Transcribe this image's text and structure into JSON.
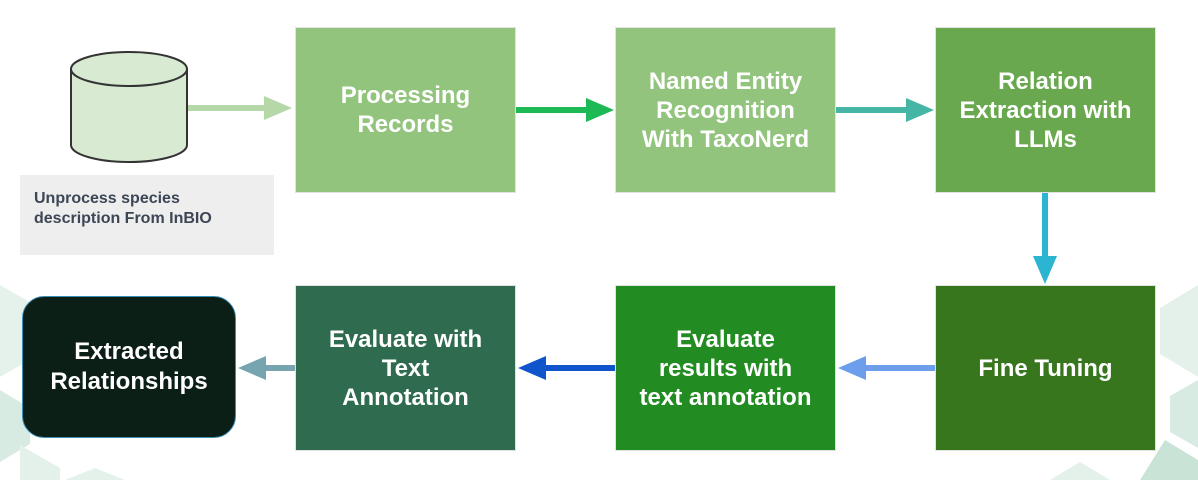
{
  "source": {
    "icon": "database-cylinder-icon",
    "caption": "Unprocess species\ndescription From InBIO"
  },
  "steps": {
    "processing": {
      "label": "Processing\nRecords",
      "color": "#93c47d"
    },
    "ner": {
      "label": "Named Entity\nRecognition\nWith TaxoNerd",
      "color": "#93c47d"
    },
    "relation": {
      "label": "Relation\nExtraction with\nLLMs",
      "color": "#6aa84f"
    },
    "finetune": {
      "label": "Fine Tuning",
      "color": "#38761d"
    },
    "evaluate_results": {
      "label": "Evaluate\nresults with\ntext annotation",
      "color": "#228b22"
    },
    "evaluate_text": {
      "label": "Evaluate with\nText\nAnnotation",
      "color": "#2e6b4f"
    }
  },
  "result": {
    "label": "Extracted\nRelationships",
    "color": "#0c1f17"
  },
  "arrow_colors": {
    "source_to_processing": "#b6d7a8",
    "processing_to_ner": "#1db954",
    "ner_to_relation": "#45b5a5",
    "relation_to_finetune": "#2cb5d0",
    "finetune_to_evaluate_results": "#6d9eeb",
    "evaluate_results_to_evaluate_text": "#1155cc",
    "evaluate_text_to_result": "#76a5af"
  }
}
